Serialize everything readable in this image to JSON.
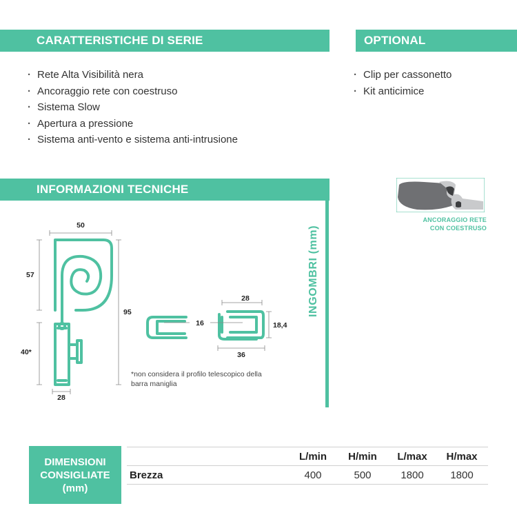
{
  "sections": {
    "serie": {
      "title": "CARATTERISTICHE DI SERIE",
      "items": [
        "Rete Alta Visibilità nera",
        "Ancoraggio rete con coestruso",
        "Sistema Slow",
        "Apertura a pressione",
        "Sistema anti-vento e sistema anti-intrusione"
      ]
    },
    "optional": {
      "title": "OPTIONAL",
      "items": [
        "Clip per cassonetto",
        "Kit anticimice"
      ]
    },
    "info": {
      "title": "INFORMAZIONI TECNICHE",
      "side_label": "INGOMBRI (mm)"
    }
  },
  "drawing": {
    "dims": {
      "w_top": "50",
      "h_box": "57",
      "h_total": "95",
      "h_bar": "40*",
      "w_bar": "28",
      "w_small": "16",
      "w_mid_top": "28",
      "w_mid_bottom": "36",
      "h_mid": "18,4"
    },
    "note": "*non considera il profilo telescopico della barra maniglia"
  },
  "anchor_label": [
    "ANCORAGGIO RETE",
    "CON COESTRUSO"
  ],
  "dimensions": {
    "label": [
      "DIMENSIONI",
      "CONSIGLIATE",
      "(mm)"
    ],
    "headers": [
      "L/min",
      "H/min",
      "L/max",
      "H/max"
    ],
    "rows": [
      {
        "model": "Brezza",
        "values": [
          "400",
          "500",
          "1800",
          "1800"
        ]
      }
    ]
  },
  "colors": {
    "accent": "#4fc1a1"
  }
}
